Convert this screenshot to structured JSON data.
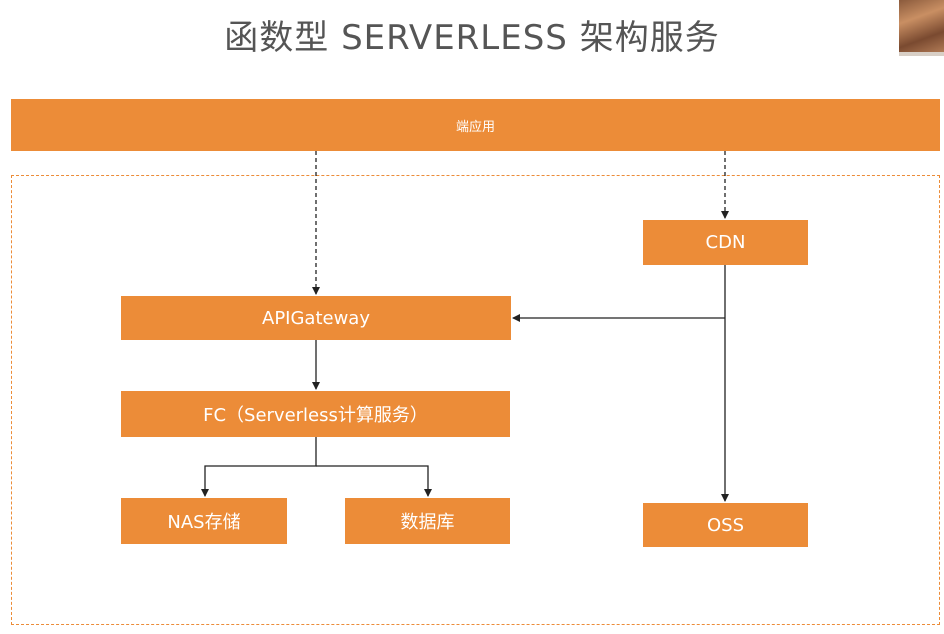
{
  "title": "函数型 SERVERLESS 架构服务",
  "diagram": {
    "client_app": "端应用",
    "cdn": "CDN",
    "api_gateway": "APIGateway",
    "fc": "FC（Serverless计算服务）",
    "nas": "NAS存储",
    "database": "数据库",
    "oss": "OSS"
  },
  "colors": {
    "box_fill": "#ec8c38",
    "box_text": "#ffffff",
    "title_text": "#555555",
    "connector": "#222222"
  }
}
